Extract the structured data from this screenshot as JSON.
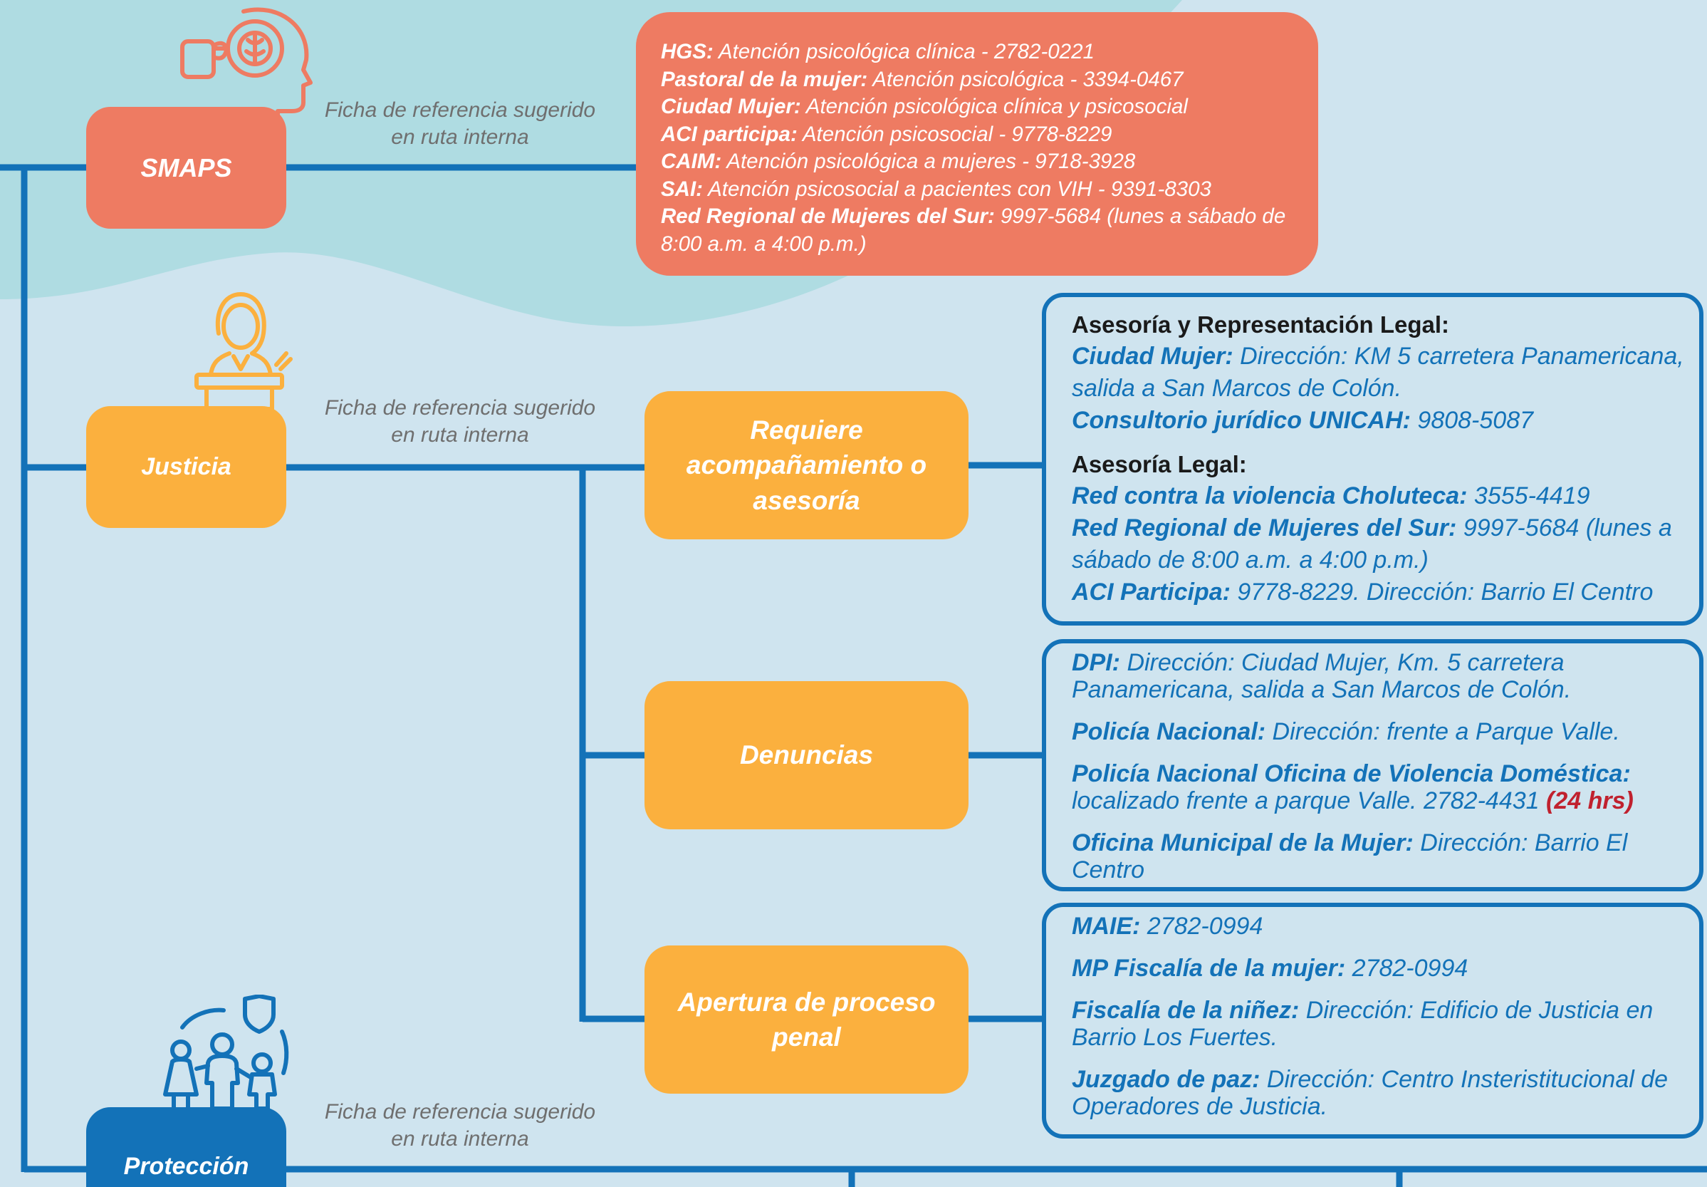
{
  "categories": {
    "smaps": "SMAPS",
    "justicia": "Justicia",
    "proteccion": "Protección"
  },
  "referral_note": {
    "line1": "Ficha de referencia sugerido",
    "line2": "en ruta interna"
  },
  "smaps_services": [
    {
      "name": "HGS:",
      "detail": " Atención psicológica clínica - 2782-0221"
    },
    {
      "name": "Pastoral de la mujer:",
      "detail": " Atención psicológica - 3394-0467"
    },
    {
      "name": "Ciudad Mujer:",
      "detail": " Atención psicológica clínica y psicosocial"
    },
    {
      "name": "ACI participa:",
      "detail": " Atención psicosocial - 9778-8229"
    },
    {
      "name": "CAIM:",
      "detail": " Atención psicológica a mujeres - 9718-3928"
    },
    {
      "name": "SAI:",
      "detail": " Atención psicosocial a pacientes con VIH - 9391-8303"
    },
    {
      "name": "Red Regional de Mujeres del Sur:",
      "detail": " 9997-5684 (lunes a sábado de 8:00 a.m. a 4:00 p.m.)"
    }
  ],
  "justice_branches": {
    "acompanamiento": "Requiere acompañamiento o asesoría",
    "denuncias": "Denuncias",
    "proceso_penal": "Apertura de proceso penal"
  },
  "legal_box": {
    "heading1": "Asesoría y Representación Legal:",
    "heading2": "Asesoría Legal:",
    "items1": [
      {
        "name": "Ciudad Mujer:",
        "detail": " Dirección: KM 5 carretera Panamericana, salida a San Marcos de Colón."
      },
      {
        "name": "Consultorio jurídico UNICAH:",
        "detail": " 9808-5087"
      }
    ],
    "items2": [
      {
        "name": "Red contra la violencia Choluteca:",
        "detail": " 3555-4419"
      },
      {
        "name": "Red Regional de Mujeres del Sur:",
        "detail": " 9997-5684 (lunes a sábado de 8:00 a.m. a 4:00 p.m.)"
      },
      {
        "name": "ACI Participa:",
        "detail": " 9778-8229. Dirección: Barrio El Centro"
      }
    ]
  },
  "denuncias_box": [
    {
      "name": "DPI:",
      "detail": " Dirección: Ciudad Mujer, Km. 5 carretera Panamericana, salida a San Marcos de Colón."
    },
    {
      "name": "Policía Nacional:",
      "detail": " Dirección: frente a Parque Valle."
    },
    {
      "name": "Policía Nacional Oficina de Violencia Doméstica:",
      "detail": " localizado frente a parque Valle. 2782-4431 ",
      "note": "(24 hrs)"
    },
    {
      "name": "Oficina Municipal de la Mujer:",
      "detail": " Dirección: Barrio El Centro"
    }
  ],
  "penal_box": [
    {
      "name": "MAIE:",
      "detail": " 2782-0994"
    },
    {
      "name": "MP Fiscalía de la mujer:",
      "detail": " 2782-0994"
    },
    {
      "name": "Fiscalía de la niñez:",
      "detail": " Dirección: Edificio de Justicia en Barrio Los Fuertes."
    },
    {
      "name": "Juzgado de paz:",
      "detail": " Dirección: Centro Insteristitucional de Operadores de Justicia."
    }
  ],
  "colors": {
    "background": "#cfe4ef",
    "teal_wave": "#afdce2",
    "smaps": "#ee7b62",
    "justicia": "#fbb03e",
    "proteccion": "#1372b8",
    "connector": "#1372b8",
    "highlight_red": "#c0212e"
  },
  "icons": [
    "head-brain-icon",
    "judge-podium-icon",
    "family-shield-icon"
  ]
}
